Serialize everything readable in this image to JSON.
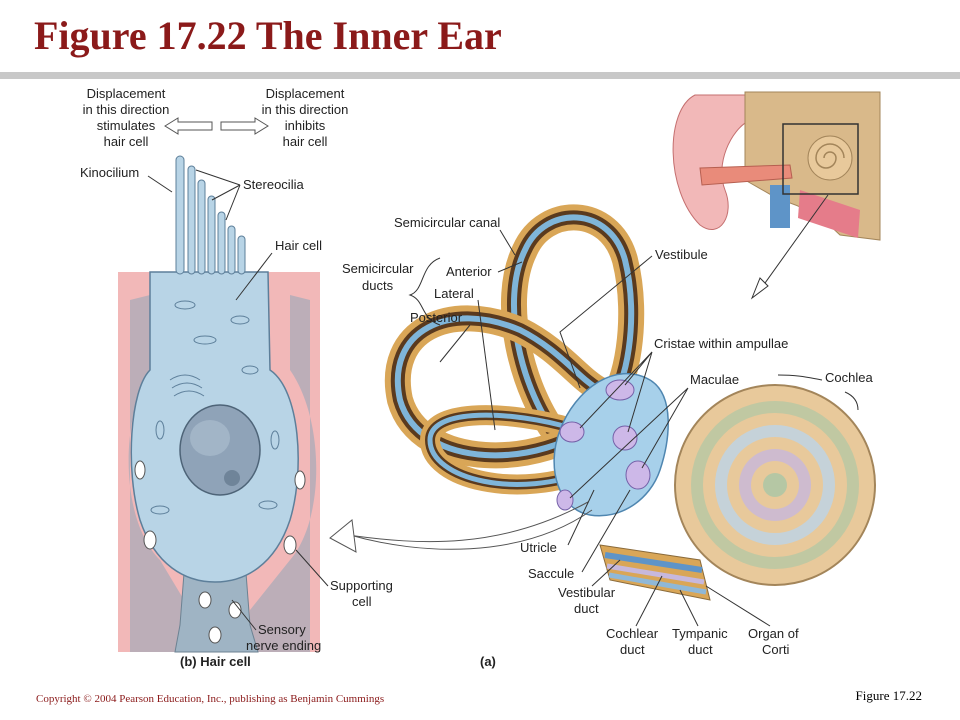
{
  "slide": {
    "title": "Figure 17.22  The Inner Ear",
    "copyright": "Copyright © 2004 Pearson Education, Inc., publishing as Benjamin Cummings",
    "figure_ref": "Figure 17.22"
  },
  "hair_cell_panel": {
    "stimulates_1": "Displacement",
    "stimulates_2": "in this direction",
    "stimulates_3": "stimulates",
    "stimulates_4": "hair cell",
    "inhibits_1": "Displacement",
    "inhibits_2": "in this direction",
    "inhibits_3": "inhibits",
    "inhibits_4": "hair cell",
    "kinocilium": "Kinocilium",
    "stereocilia": "Stereocilia",
    "hair_cell": "Hair cell",
    "supporting_cell_1": "Supporting",
    "supporting_cell_2": "cell",
    "sensory_nerve_1": "Sensory",
    "sensory_nerve_2": "nerve ending",
    "caption": "(b) Hair cell"
  },
  "inner_ear_panel": {
    "semicircular_canal": "Semicircular canal",
    "semicircular_ducts_1": "Semicircular",
    "semicircular_ducts_2": "ducts",
    "anterior": "Anterior",
    "lateral": "Lateral",
    "posterior": "Posterior",
    "vestibule": "Vestibule",
    "cristae": "Cristae within ampullae",
    "maculae": "Maculae",
    "cochlea": "Cochlea",
    "utricle": "Utricle",
    "saccule": "Saccule",
    "vestibular_duct_1": "Vestibular",
    "vestibular_duct_2": "duct",
    "cochlear_duct_1": "Cochlear",
    "cochlear_duct_2": "duct",
    "tympanic_duct_1": "Tympanic",
    "tympanic_duct_2": "duct",
    "organ_corti_1": "Organ of",
    "organ_corti_2": "Corti",
    "caption": "(a)"
  },
  "colors": {
    "title": "#8b1a1a",
    "rule": "#c8c8c8",
    "hair_cell_fill": "#b8d4e6",
    "supporting_tissue": "#f2b8b8",
    "membrane": "#7fb5d9",
    "bone": "#d9a657"
  }
}
